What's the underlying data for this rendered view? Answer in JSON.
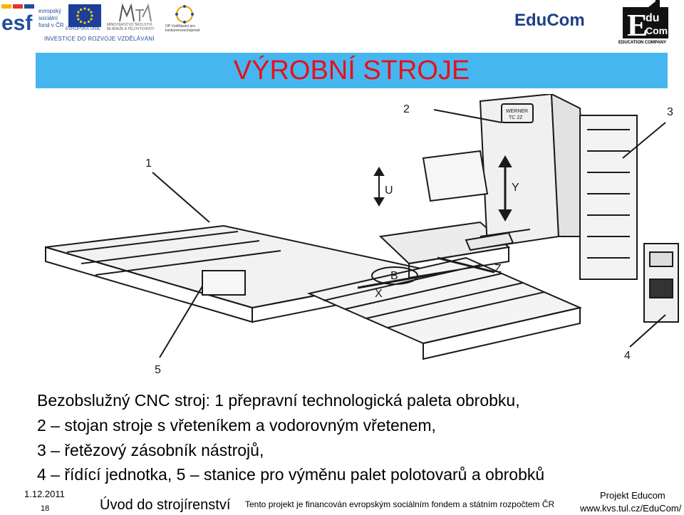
{
  "header": {
    "esf": {
      "logo_text": "esf",
      "lines": [
        "evropský",
        "sociální",
        "fond v ČR"
      ]
    },
    "eu": {
      "label": "EVROPSKÁ UNIE"
    },
    "msmt": {
      "label": "MINISTERSTVO ŠKOLSTVÍ, MLÁDEŽE A TĚLOVÝCHOVY"
    },
    "op": {
      "label": "OP Vzdělávání pro konkurenceschopnost"
    },
    "investice": "INVESTICE DO ROZVOJE VZDĚLÁVÁNÍ",
    "educom_title": "EduCom",
    "educom_logo": {
      "e": "E",
      "du": "du",
      "com": "Com"
    },
    "educom_company": "EDUCATION COMPANY"
  },
  "slide": {
    "title": "VÝROBNÍ STROJE",
    "figure_labels": [
      "1",
      "2",
      "3",
      "4",
      "5",
      "U",
      "Y",
      "B",
      "Z",
      "X"
    ],
    "machine_nameplate": [
      "WERNER",
      "TC 2Z"
    ],
    "caption_lines": [
      "Bezobslužný CNC stroj: 1 přepravní technologická paleta obrobku,",
      "2 – stojan stroje s vřeteníkem a vodorovným vřetenem,",
      "3 – řetězový zásobník nástrojů,",
      "4 – řídící jednotka, 5 – stanice pro výměnu palet polotovarů a obrobků"
    ]
  },
  "footer": {
    "date": "1.12.2011",
    "page": "18",
    "course": "Úvod do strojírenství",
    "funding": "Tento projekt je financován evropským sociálním fondem a státním rozpočtem ČR",
    "project": "Projekt Educom",
    "url": "www.kvs.tul.cz/EduCom/"
  },
  "colors": {
    "title_band": "#46b6f0",
    "title_text": "#e8101a",
    "esf_blue": "#1f4e9a",
    "educom_blue": "#1f3f86"
  }
}
